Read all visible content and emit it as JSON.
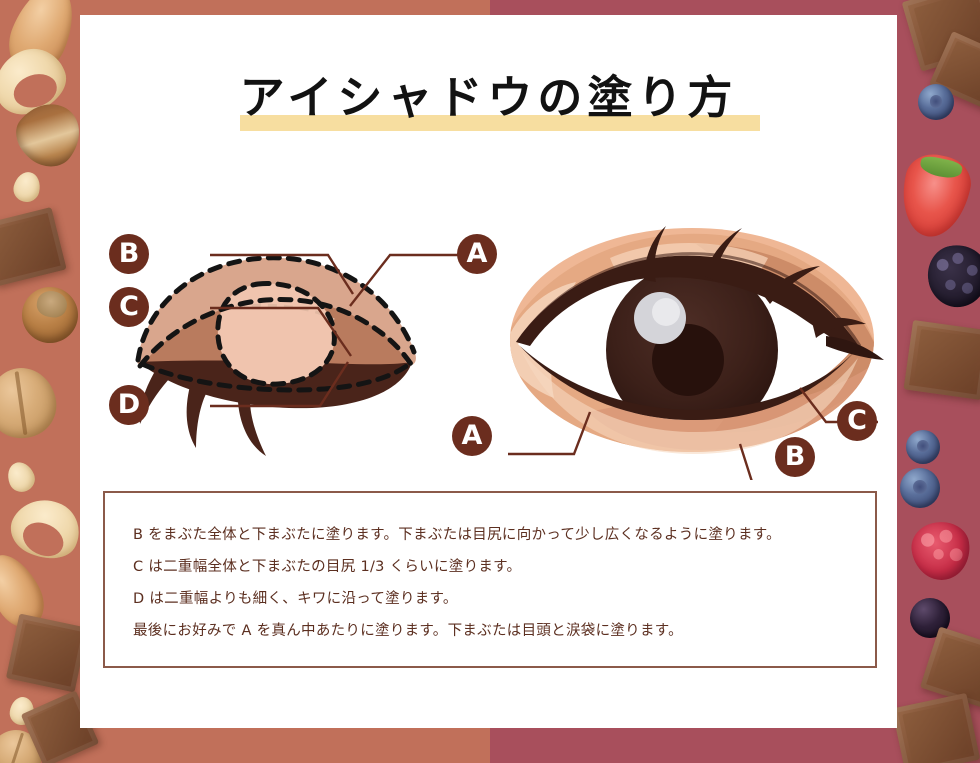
{
  "page": {
    "title": "アイシャドウの塗り方",
    "card_background": "#FFFFFF",
    "title_highlight_color": "#F7DEA0",
    "background_left_color": "#C1705A",
    "background_right_color": "#A84F5C"
  },
  "diagrams": {
    "left": {
      "name": "eyeshadow-zone-map",
      "labels": [
        {
          "id": "B",
          "text": "B",
          "zone_color": "#D9A68D",
          "zone": "まぶた全体と下まぶた"
        },
        {
          "id": "C",
          "text": "C",
          "zone_color": "#B97B5E",
          "zone": "二重幅全体と下まぶたの目尻"
        },
        {
          "id": "A",
          "text": "A",
          "zone_color": "#F0C4AE",
          "zone": "真ん中・目頭・涙袋"
        },
        {
          "id": "D",
          "text": "D",
          "zone_color": "#4A241A",
          "zone": "キワに沿って細く"
        }
      ]
    },
    "right": {
      "name": "finished-eye-illustration",
      "labels": [
        {
          "id": "A",
          "text": "A"
        },
        {
          "id": "B",
          "text": "B"
        },
        {
          "id": "C",
          "text": "C"
        }
      ]
    }
  },
  "description": {
    "border_color": "#8B5A4A",
    "text_color": "#5C2F20",
    "lines": [
      "B をまぶた全体と下まぶたに塗ります。下まぶたは目尻に向かって少し広くなるように塗ります。",
      "C は二重幅全体と下まぶたの目尻 1/3 くらいに塗ります。",
      "D は二重幅よりも細く、キワに沿って塗ります。",
      "最後にお好みで A を真ん中あたりに塗ります。下まぶたは目頭と涙袋に塗ります。"
    ]
  },
  "decorations": {
    "left_items": [
      "almond",
      "cashew",
      "brazil-nut",
      "peanut",
      "chocolate-square",
      "hazelnut",
      "walnut",
      "chocolate-bar"
    ],
    "right_items": [
      "chocolate-square",
      "blueberry",
      "strawberry",
      "blackberry",
      "raspberry",
      "currant",
      "chocolate-bar"
    ]
  }
}
